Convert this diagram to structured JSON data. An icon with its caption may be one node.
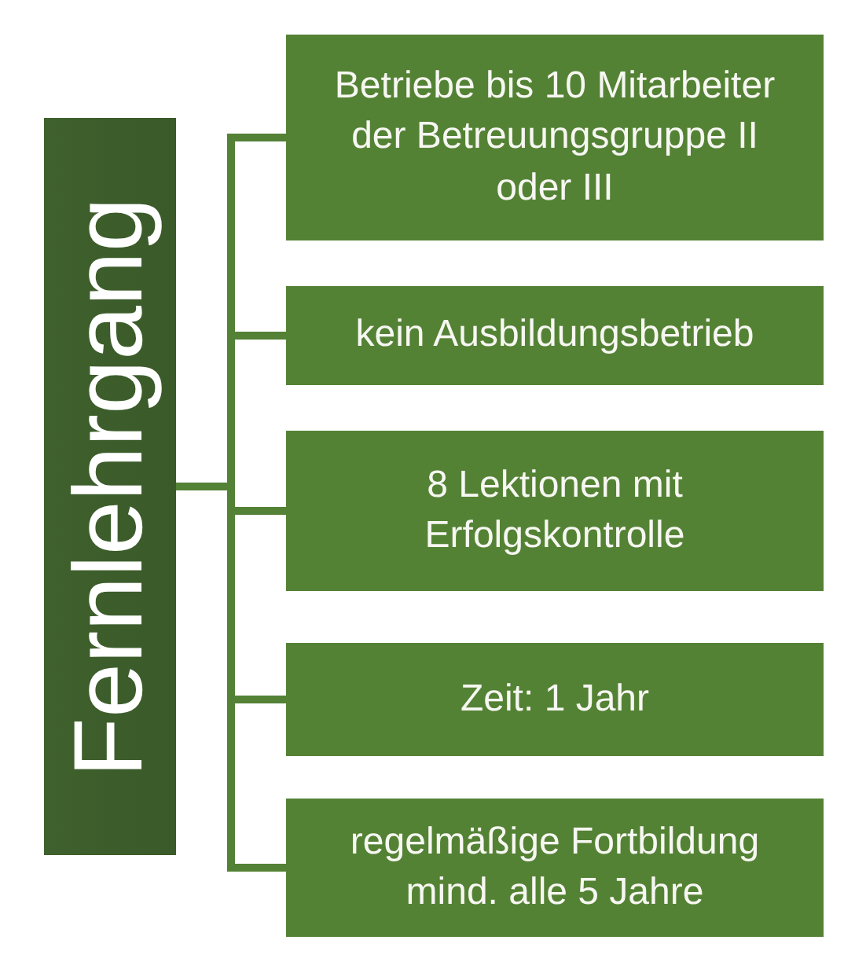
{
  "diagram": {
    "nodes": [
      {
        "text": [
          "Fernlehrgang"
        ]
      },
      {
        "text": [
          "Betriebe bis 10 Mitarbeiter der Betreuungsgruppe II oder III"
        ]
      },
      {
        "text": [
          "kein Ausbildungsbetrieb"
        ]
      },
      {
        "text": [
          "8 Lektionen mit Erfolgskontrolle"
        ]
      },
      {
        "text": [
          "Zeit: 1 Jahr"
        ]
      },
      {
        "text": [
          "regelmäßige Fortbildung mind. alle 5 Jahre"
        ]
      }
    ],
    "edges": [
      {
        "from": 0,
        "to": 1,
        "arrow": "none"
      },
      {
        "from": 0,
        "to": 2,
        "arrow": "none"
      },
      {
        "from": 0,
        "to": 3,
        "arrow": "none"
      },
      {
        "from": 0,
        "to": 4,
        "arrow": "none"
      },
      {
        "from": 0,
        "to": 5,
        "arrow": "none"
      }
    ]
  }
}
